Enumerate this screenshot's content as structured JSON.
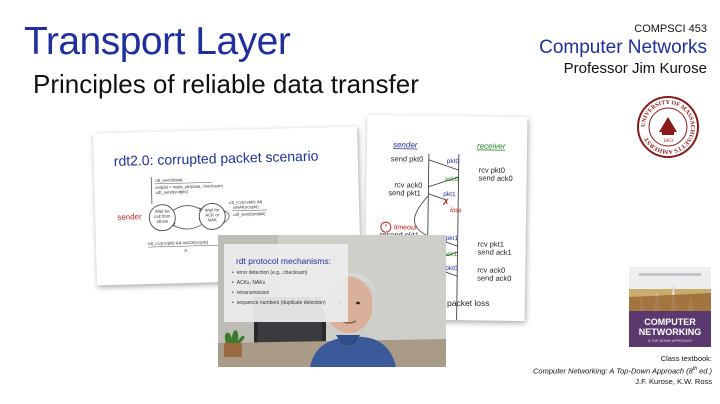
{
  "slide": {
    "title": "Transport Layer",
    "subtitle": "Principles of reliable data transfer"
  },
  "course": {
    "code": "COMPSCI 453",
    "name": "Computer Networks",
    "professor": "Professor Jim Kurose"
  },
  "seal": {
    "ring_text": "UNIVERSITY OF MASSACHUSETTS AMHERST",
    "year": "1863",
    "color": "#8a1a1a"
  },
  "rdt_card": {
    "heading": "rdt2.0: corrupted packet scenario",
    "sender_label": "sender",
    "state_wait_call": "Wait for call from above",
    "state_wait_ack": "Wait for ACK or NAK",
    "top_event": "rdt_send(data)",
    "top_action_1": "sndpkt = make_pkt(data, checksum)",
    "top_action_2": "udt_send(sndpkt)",
    "right_event": "rdt_rcv(rcvpkt) &&",
    "right_cond": "isNAK(rcvpkt)",
    "right_action": "udt_send(sndpkt)",
    "bottom_event": "rdt_rcv(rcvpkt) && isACK(rcvpkt)",
    "lambda": "Λ"
  },
  "seq_card": {
    "sender": "sender",
    "receiver": "receiver",
    "s1": "send pkt0",
    "s2": "rcv ack0",
    "s3": "send pkt1",
    "s4": "resend pkt1",
    "r1": "rcv pkt0",
    "r2": "send ack0",
    "r3": "rcv pkt1",
    "r4": "send ack1",
    "r5": "rcv ack0",
    "m1": "pkt0",
    "m2": "ack0",
    "m3": "pkt1",
    "m4": "pkt1",
    "m5": "ack1",
    "m6": "pkt0",
    "loss": "loss",
    "timeout": "timeout",
    "r6": "send ack0",
    "accent_sender": "#1f2f9e",
    "accent_receiver": "#2a8a2a",
    "accent_loss": "#c02020"
  },
  "video_overlay": {
    "title": "rdt protocol mechanisms:",
    "items": [
      "error detection (e.g., checksum)",
      "ACKs, NAKs",
      "retransmission",
      "sequence numbers (duplicate detection)"
    ]
  },
  "loss_note": "packet loss",
  "book": {
    "title_line1": "COMPUTER",
    "title_line2": "NETWORKING",
    "subtitle": "A TOP-DOWN APPROACH"
  },
  "textbook": {
    "label": "Class textbook:",
    "title": "Computer Networking: A Top-Down Approach (8",
    "edition_sup": "th",
    "edition_end": " ed.)",
    "authors": "J.F. Kurose, K.W. Ross"
  }
}
